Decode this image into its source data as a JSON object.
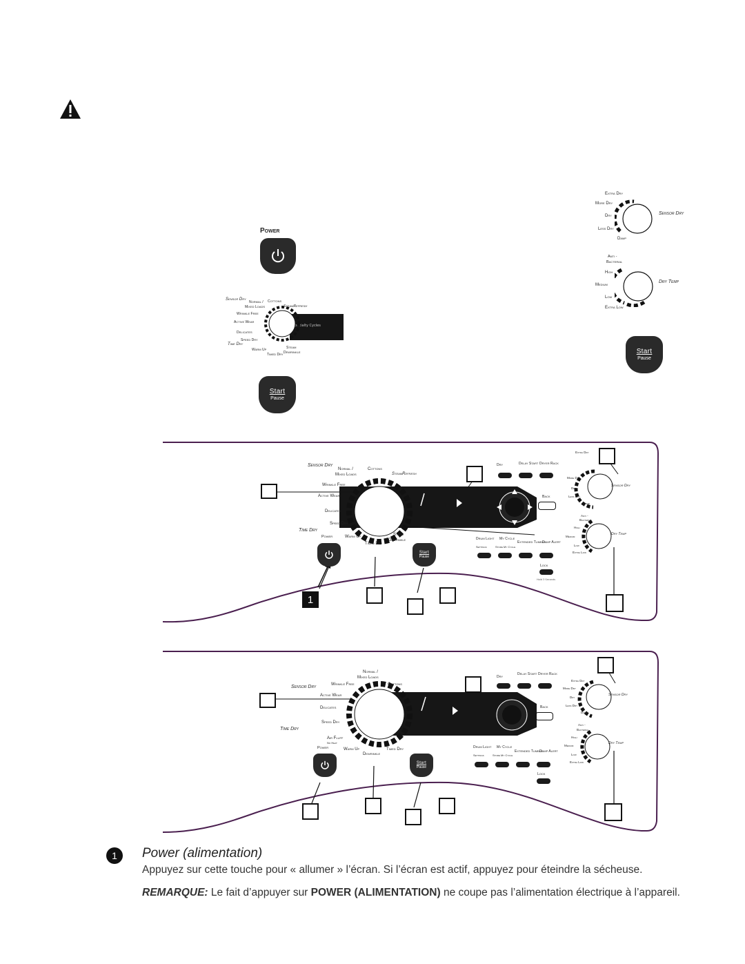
{
  "warning_icon": "warning-triangle-icon",
  "top_panel": {
    "power_label": "Power",
    "start_label": "Start",
    "pause_label": "Pause",
    "sensor_dry_right": "Sensor Dry",
    "dry_temp_right": "Dry Temp",
    "dryness_levels": [
      "Extra Dry",
      "More Dry",
      "Dry",
      "Less Dry",
      "Damp"
    ],
    "temp_levels": [
      "Anti -",
      "Bacterial",
      "High",
      "Medium",
      "Low",
      "Extra Low"
    ],
    "knob_cycles": [
      "Sensor Dry",
      "Normal /",
      "Mixed Loads",
      "Cottons",
      "SteamRefresh",
      "Wrinkle Free",
      "Active Wear",
      "Delicates",
      "Speed Dry",
      "Time Dry",
      "Warm Up",
      "Timed Dry",
      "Steam",
      "Dewrinkle"
    ],
    "specialty_label": "Specialty Cycles"
  },
  "diagram1": {
    "cycles": [
      "Sensor Dry",
      "Normal /",
      "Mixed Loads",
      "Cottons",
      "SteamRefresh",
      "Wrinkle Free",
      "Active Wear",
      "Delicates",
      "Speed Dry",
      "Time Dry",
      "Power",
      "Warm Up",
      "Timed Dry",
      "Steam",
      "Dewrinkle"
    ],
    "top_buttons": [
      "Dry",
      "Delay Start",
      "Dryer Rack"
    ],
    "back_label": "Back",
    "bottom_buttons": [
      "Drum Light",
      "My Cycle",
      "Extended Tumble",
      "Damp Alert"
    ],
    "bottom_sub": [
      "Settings",
      "Store My Cycle"
    ],
    "lock_label": "Lock",
    "lock_note": "Hold 3 Seconds",
    "callout_number": "1"
  },
  "diagram2": {
    "cycles": [
      "Normal /",
      "Mixed Loads",
      "Sensor Dry",
      "Wrinkle Free",
      "Cottons",
      "Active Wear",
      "Delicates",
      "Speed Dry",
      "Time Dry",
      "Air Fluff",
      "No Heat",
      "Power",
      "Warm Up",
      "Timed Dry",
      "Dewrinkle"
    ],
    "top_buttons": [
      "Dry",
      "Delay Start",
      "Dryer Rack"
    ],
    "back_label": "Back",
    "bottom_buttons": [
      "Drum Light",
      "My Cycle",
      "Extended Tumble",
      "Damp Alert"
    ],
    "bottom_sub": [
      "Settings",
      "Store My Cycle"
    ],
    "lock_label": "Lock"
  },
  "section": {
    "number": "1",
    "title": "Power (alimentation)",
    "body": "Appuyez sur cette touche pour « allumer » l’écran. Si l’écran est actif, appuyez pour éteindre la sécheuse.",
    "note_label": "REMARQUE:",
    "note_pre": " Le fait d’appuyer sur ",
    "note_bold": "POWER (ALIMENTATION)",
    "note_post": " ne coupe pas l’alimentation électrique à l’appareil."
  },
  "colors": {
    "panel_outline": "#4a1f4f",
    "button_dark": "#2a2a2a",
    "display_dark": "#161616"
  }
}
